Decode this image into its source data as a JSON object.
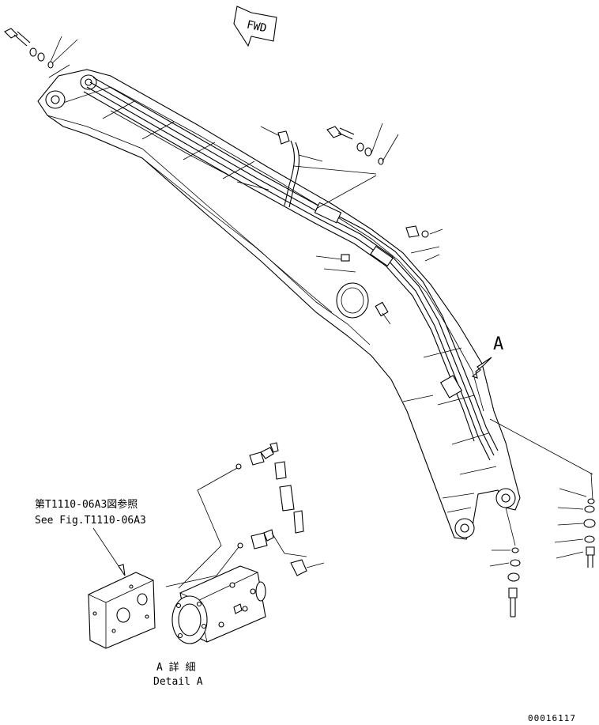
{
  "direction_arrow": {
    "label": "FWD"
  },
  "view_marker": {
    "label": "A"
  },
  "reference_note": {
    "line_jp": "第T1110-06A3図参照",
    "line_en": "See Fig.T1110-06A3"
  },
  "detail_caption": {
    "line_jp": "A 詳 細",
    "line_en": "Detail A"
  },
  "drawing_number": "00016117"
}
